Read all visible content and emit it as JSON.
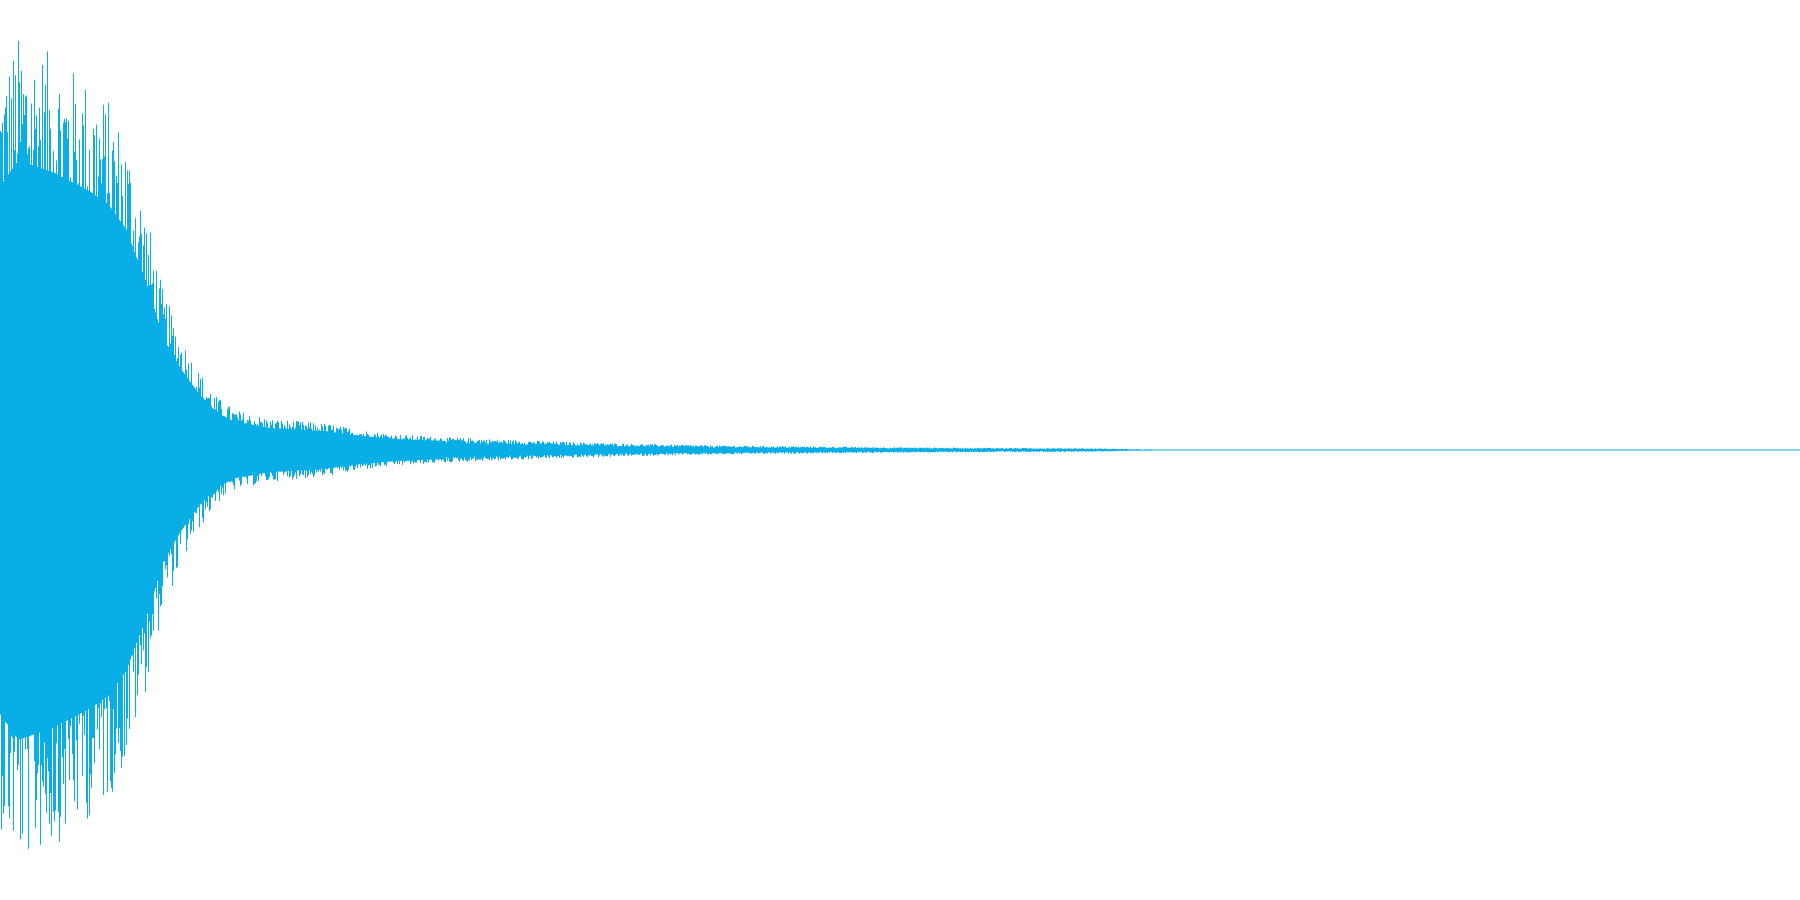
{
  "chart_data": {
    "type": "area",
    "kind": "audio-waveform",
    "title": "",
    "xlabel": "",
    "ylabel": "",
    "grid": false,
    "legend": "none",
    "axes_visible": false,
    "color": "#0aaee6",
    "ylim": [
      -1,
      1
    ],
    "xlim": [
      0,
      1
    ],
    "series": [
      {
        "name": "",
        "amplitude_envelope": {
          "x": [
            0.0,
            0.01,
            0.03,
            0.05,
            0.06,
            0.07,
            0.075,
            0.08,
            0.085,
            0.09,
            0.1,
            0.11,
            0.12,
            0.13,
            0.15,
            0.18,
            0.2,
            0.22,
            0.25,
            0.3,
            0.35,
            0.4,
            0.45,
            0.5,
            0.55,
            0.6,
            0.62,
            0.63,
            0.64,
            0.65,
            0.66,
            1.0
          ],
          "peak": [
            0.84,
            0.92,
            0.88,
            0.82,
            0.78,
            0.7,
            0.62,
            0.55,
            0.46,
            0.36,
            0.26,
            0.18,
            0.12,
            0.09,
            0.07,
            0.06,
            0.045,
            0.035,
            0.028,
            0.02,
            0.014,
            0.01,
            0.008,
            0.006,
            0.005,
            0.004,
            0.003,
            0.002,
            0.0015,
            0.001,
            0.0,
            0.0
          ]
        }
      }
    ]
  }
}
